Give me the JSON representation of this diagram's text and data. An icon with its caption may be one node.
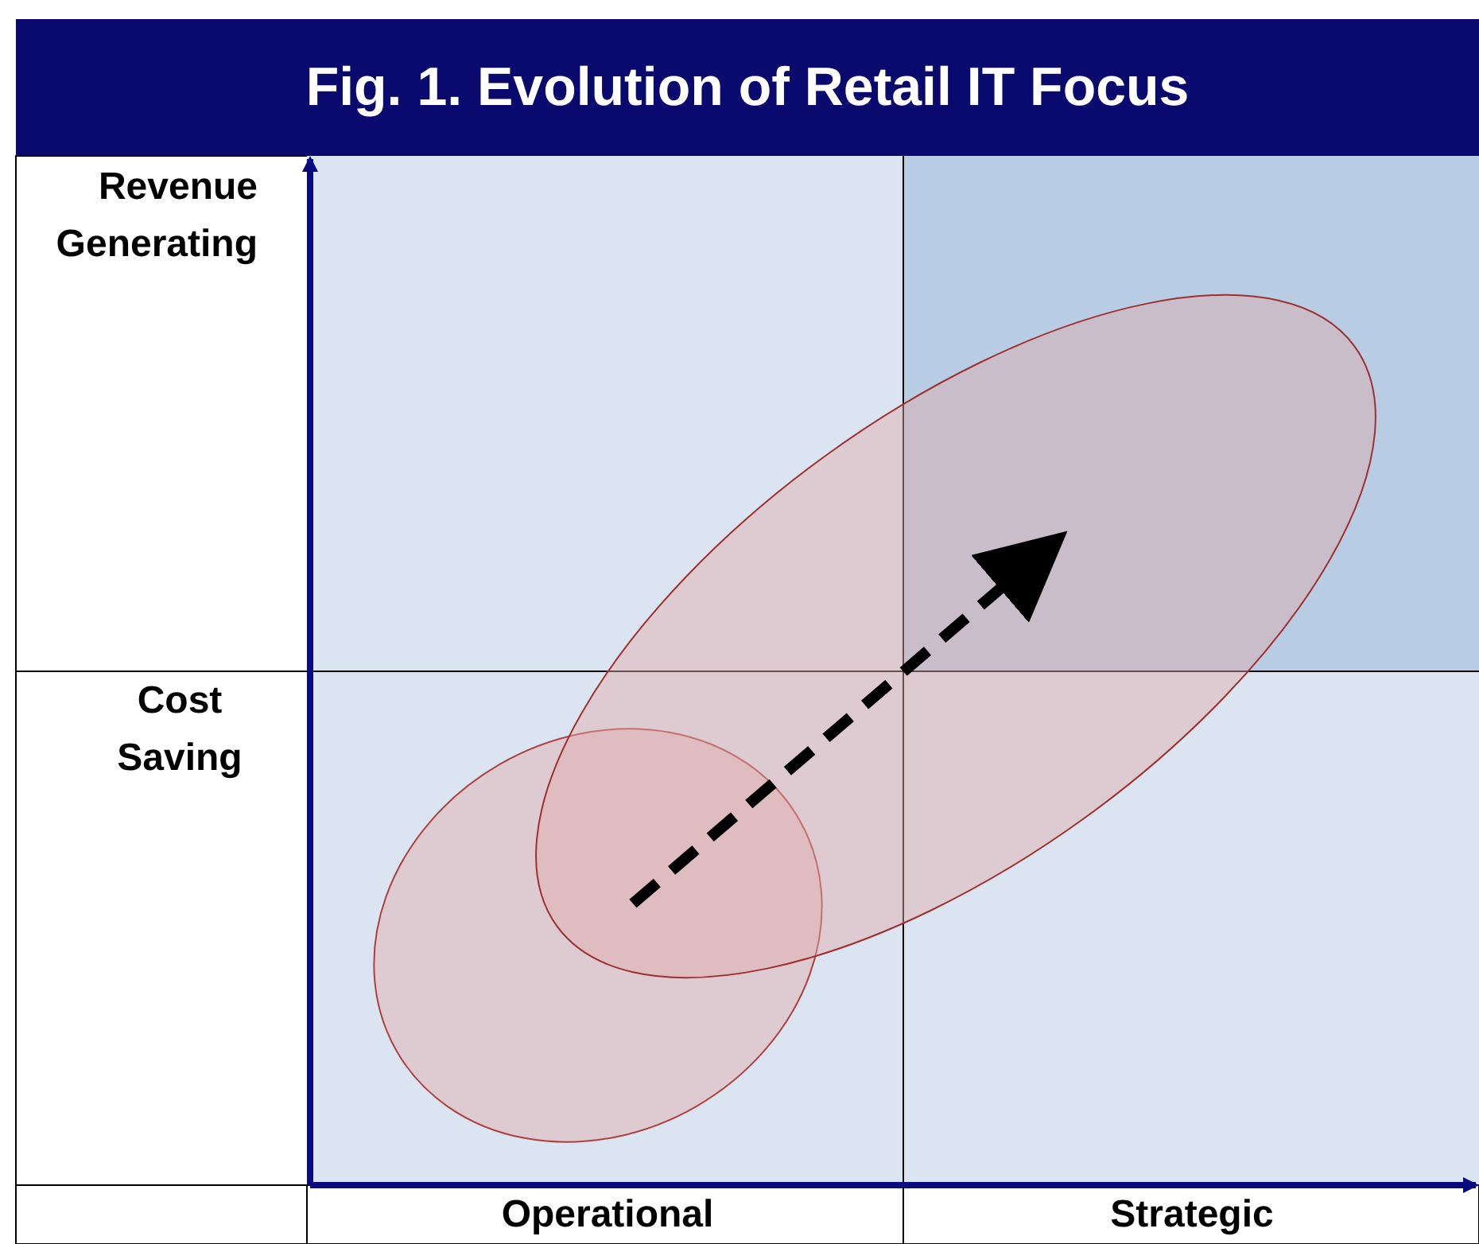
{
  "diagram": {
    "title": "Fig. 1. Evolution of Retail IT Focus",
    "labels": [
      "Revenue Generating",
      "Cost Saving",
      "Operational",
      "Strategic"
    ]
  }
}
